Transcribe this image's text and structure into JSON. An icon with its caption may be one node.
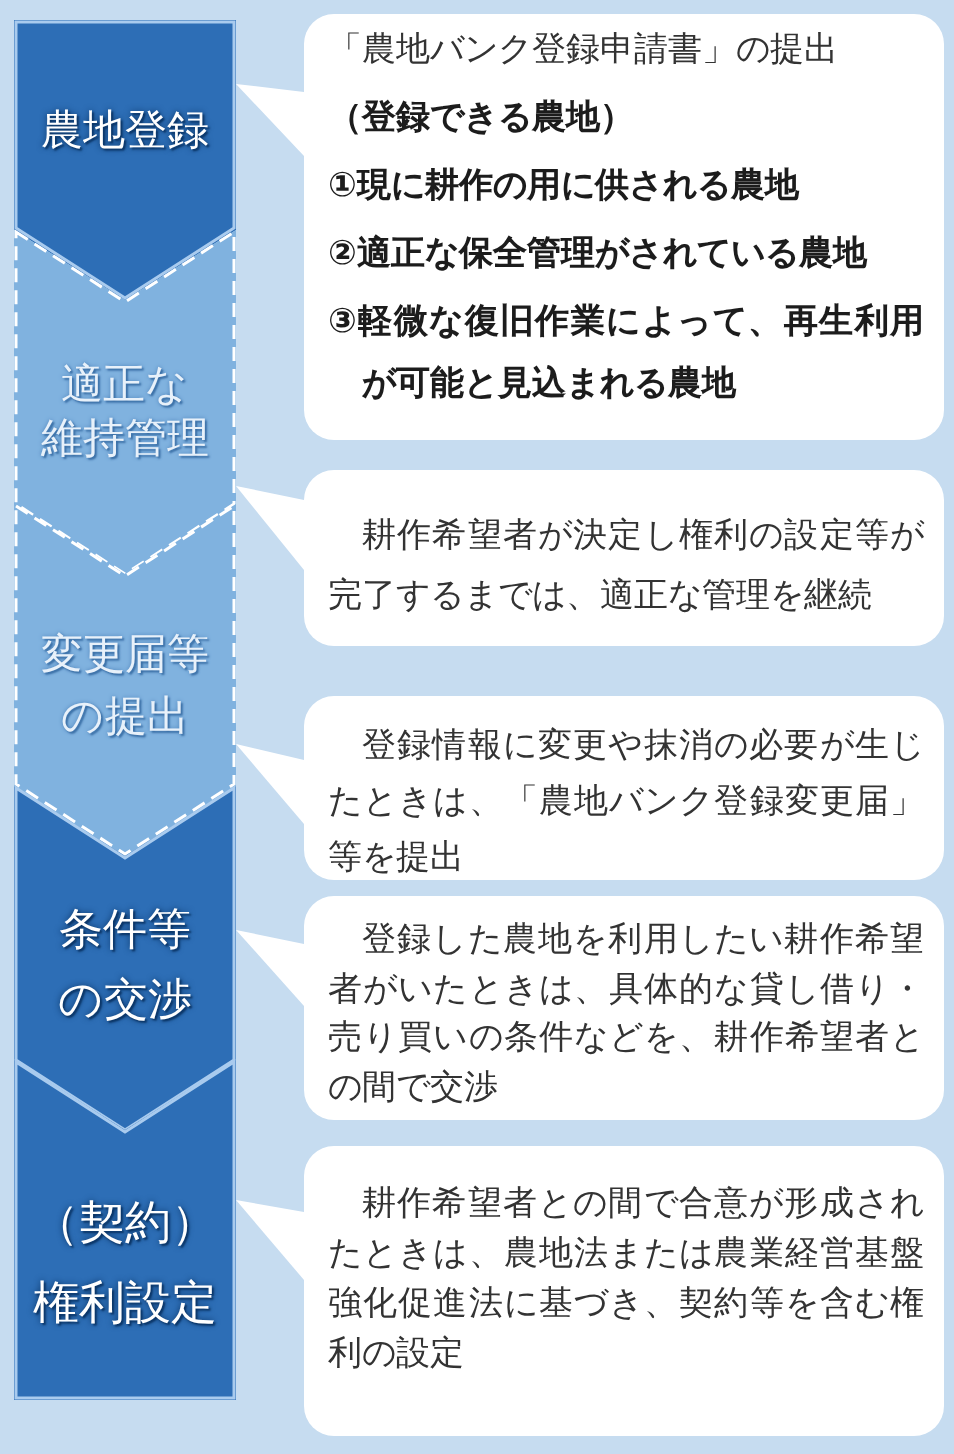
{
  "diagram": {
    "nodes": [
      {
        "text": [
          "農地登録"
        ]
      },
      {
        "text": [
          "「農地バンク登録申請書」の提出",
          "（登録できる農地）",
          "①現に耕作の用に供される農地",
          "②適正な保全管理がされている農地",
          "③軽微な復旧作業によって、再生利用が可能と見込まれる農地"
        ]
      },
      {
        "text": [
          "適正な維持管理"
        ]
      },
      {
        "text": [
          "耕作希望者が決定し権利の設定等が完了するまでは、適正な管理を継続"
        ]
      },
      {
        "text": [
          "変更届等の提出"
        ]
      },
      {
        "text": [
          "登録情報に変更や抹消の必要が生じたときは、「農地バンク登録変更届」等を提出"
        ]
      },
      {
        "text": [
          "条件等の交渉"
        ]
      },
      {
        "text": [
          "登録した農地を利用したい耕作希望者がいたときは、具体的な貸し借り・売り買いの条件などを、耕作希望者との間で交渉"
        ]
      },
      {
        "text": [
          "（契約）権利設定"
        ]
      },
      {
        "text": [
          "耕作希望者との間で合意が形成されたときは、農地法または農業経営基盤強化促進法に基づき、契約等を含む権利の設定"
        ]
      }
    ],
    "edges": [
      {
        "from": 1,
        "to": 0,
        "arrow": "to"
      },
      {
        "from": 3,
        "to": 2,
        "arrow": "to"
      },
      {
        "from": 5,
        "to": 4,
        "arrow": "to"
      },
      {
        "from": 7,
        "to": 6,
        "arrow": "to"
      },
      {
        "from": 9,
        "to": 8,
        "arrow": "to"
      }
    ]
  }
}
